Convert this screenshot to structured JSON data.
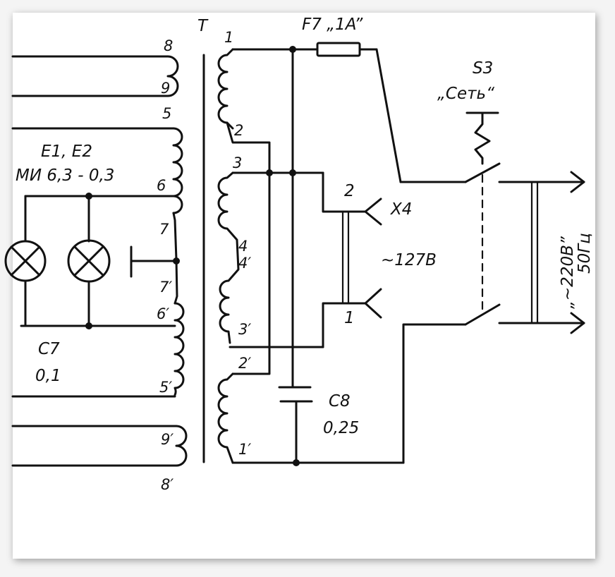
{
  "diagram": {
    "transformer": "T",
    "fuse": "F7 „1A”",
    "switch_id": "S3",
    "switch_name": "„Сеть“",
    "lamps_ref": "E1, E2",
    "lamps_type": "МИ 6,3 - 0,3",
    "cap_c7_ref": "C7",
    "cap_c7_val": "0,1",
    "cap_c8_ref": "C8",
    "cap_c8_val": "0,25",
    "socket_ref": "X4",
    "socket_voltage": "~127B",
    "socket_pin_1": "1",
    "socket_pin_2": "2",
    "mains_voltage": "„~220B”",
    "mains_freq": "50Гц",
    "secondary_pins": {
      "p8": "8",
      "p9": "9",
      "p5": "5",
      "p6": "6",
      "p7": "7",
      "p7b": "7′",
      "p6b": "6′",
      "p5b": "5′",
      "p9b": "9′",
      "p8b": "8′"
    },
    "primary_pins": {
      "p1": "1",
      "p2": "2",
      "p3": "3",
      "p4": "4",
      "p4b": "4′",
      "p3b": "3′",
      "p2b": "2′",
      "p1b": "1′"
    }
  }
}
